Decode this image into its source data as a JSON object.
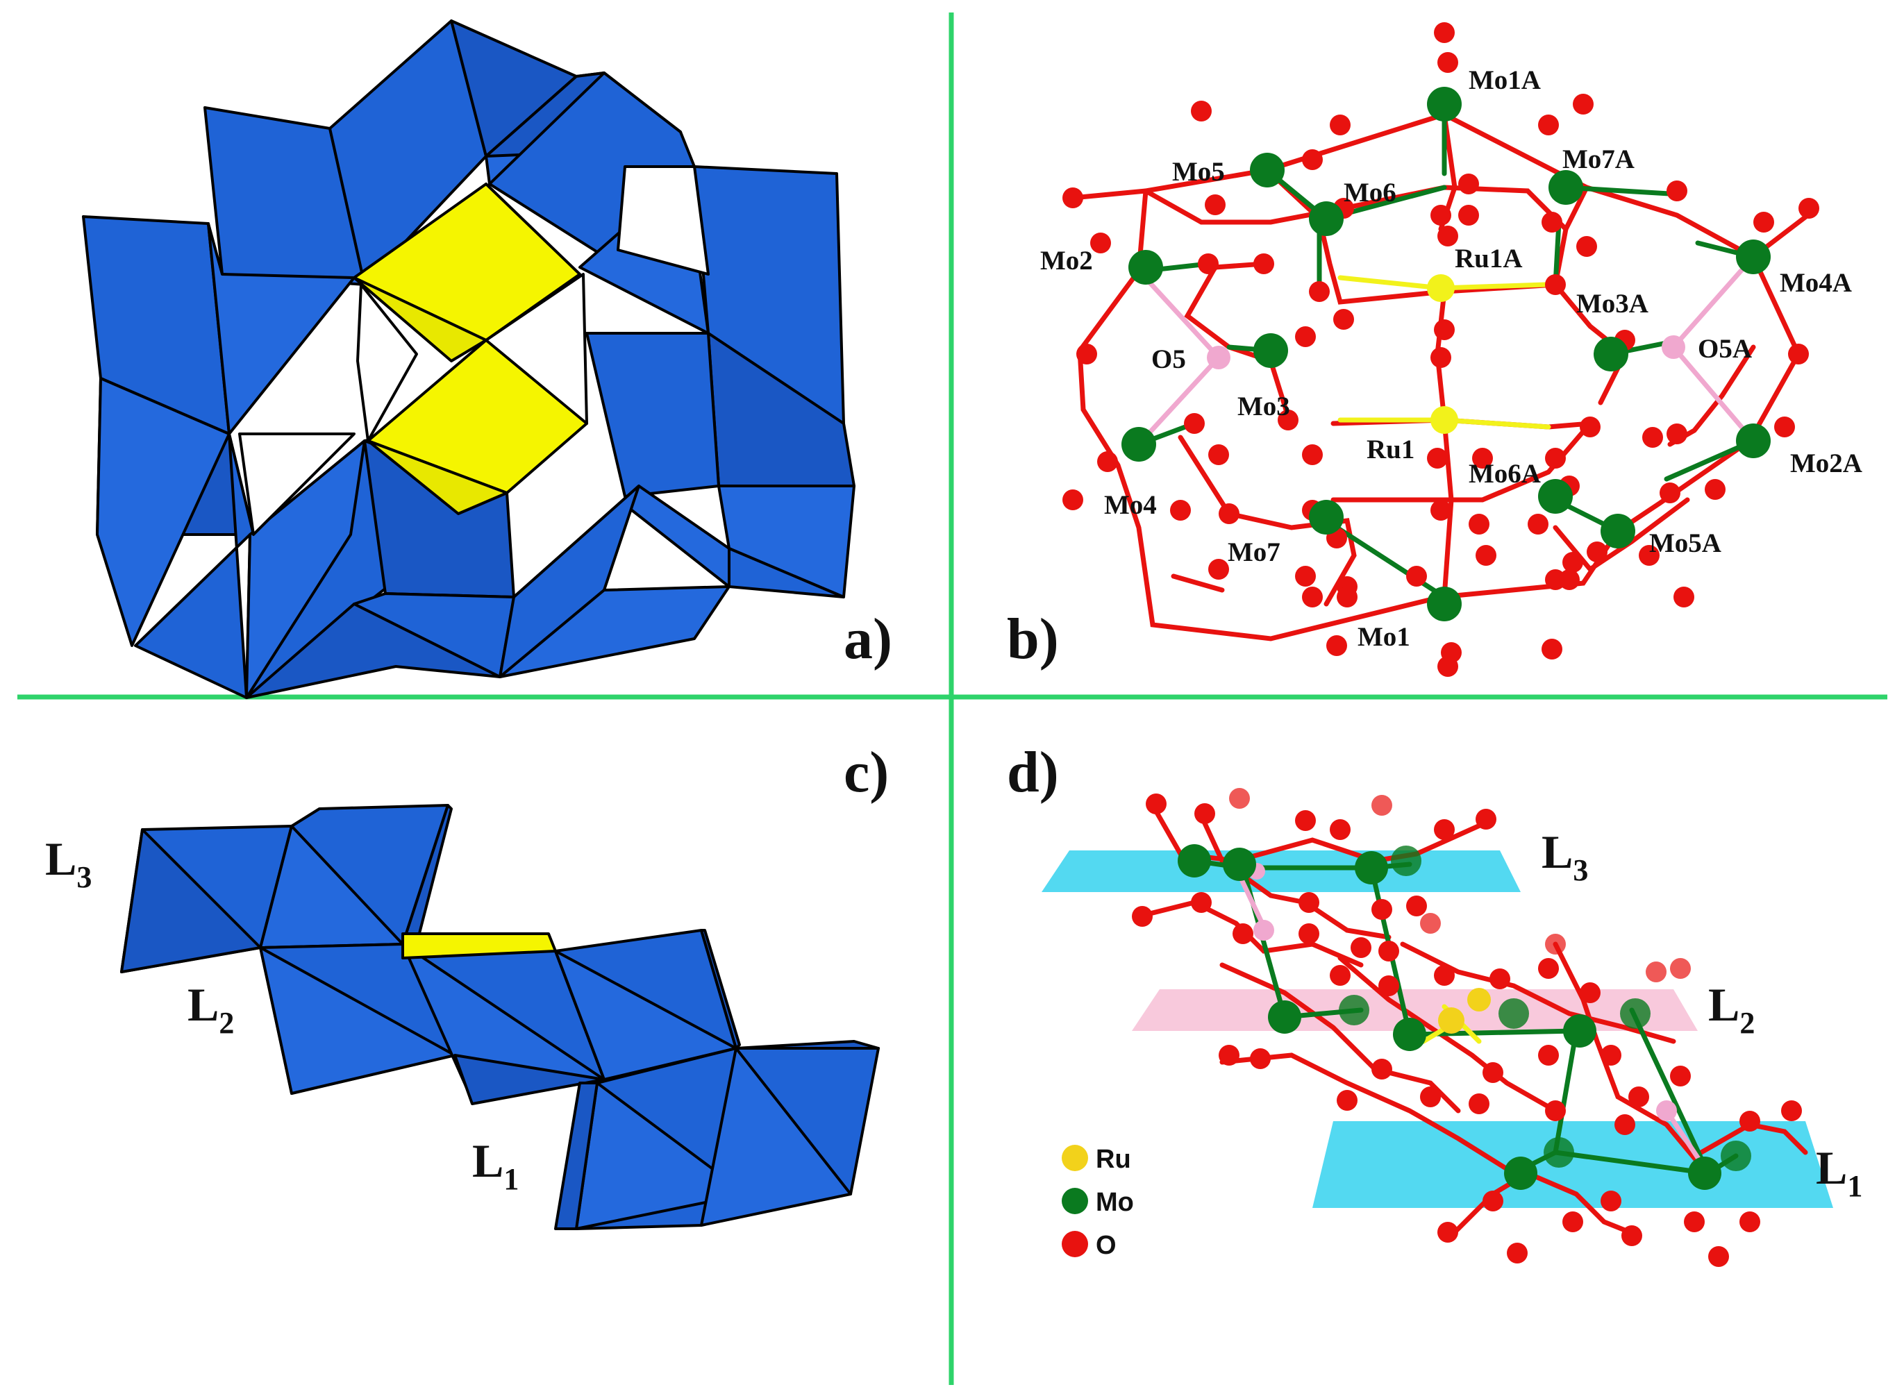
{
  "panels": {
    "a": {
      "label": "a)"
    },
    "b": {
      "label": "b)",
      "atom_labels": [
        "Mo1A",
        "Mo5",
        "Mo6",
        "Mo7A",
        "Mo2",
        "Ru1A",
        "Mo3A",
        "Mo4A",
        "O5",
        "O5A",
        "Mo3",
        "Ru1",
        "Mo6A",
        "Mo2A",
        "Mo4",
        "Mo7",
        "Mo5A",
        "Mo1"
      ]
    },
    "c": {
      "label": "c)",
      "layers": {
        "L3": "L",
        "L3_sub": "3",
        "L2": "L",
        "L2_sub": "2",
        "L1": "L",
        "L1_sub": "1"
      }
    },
    "d": {
      "label": "d)",
      "layers": {
        "L3": "L",
        "L3_sub": "3",
        "L2": "L",
        "L2_sub": "2",
        "L1": "L",
        "L1_sub": "1"
      },
      "legend": [
        {
          "symbol": "Ru",
          "color": "#f2d21b"
        },
        {
          "symbol": "Mo",
          "color": "#0a7a1f"
        },
        {
          "symbol": "O",
          "color": "#e8120f"
        }
      ]
    }
  },
  "colors": {
    "mo_polyhedra": "#1f63d6",
    "ru_polyhedra": "#f5f500",
    "divider": "#2ed36a",
    "mo_atom": "#0a7a1f",
    "o_atom": "#e8120f",
    "ru_atom": "#f2f21b",
    "bridging_o": "#f0a8cf",
    "plane_outer": "#35d2ee",
    "plane_middle": "#f7bfd6"
  }
}
